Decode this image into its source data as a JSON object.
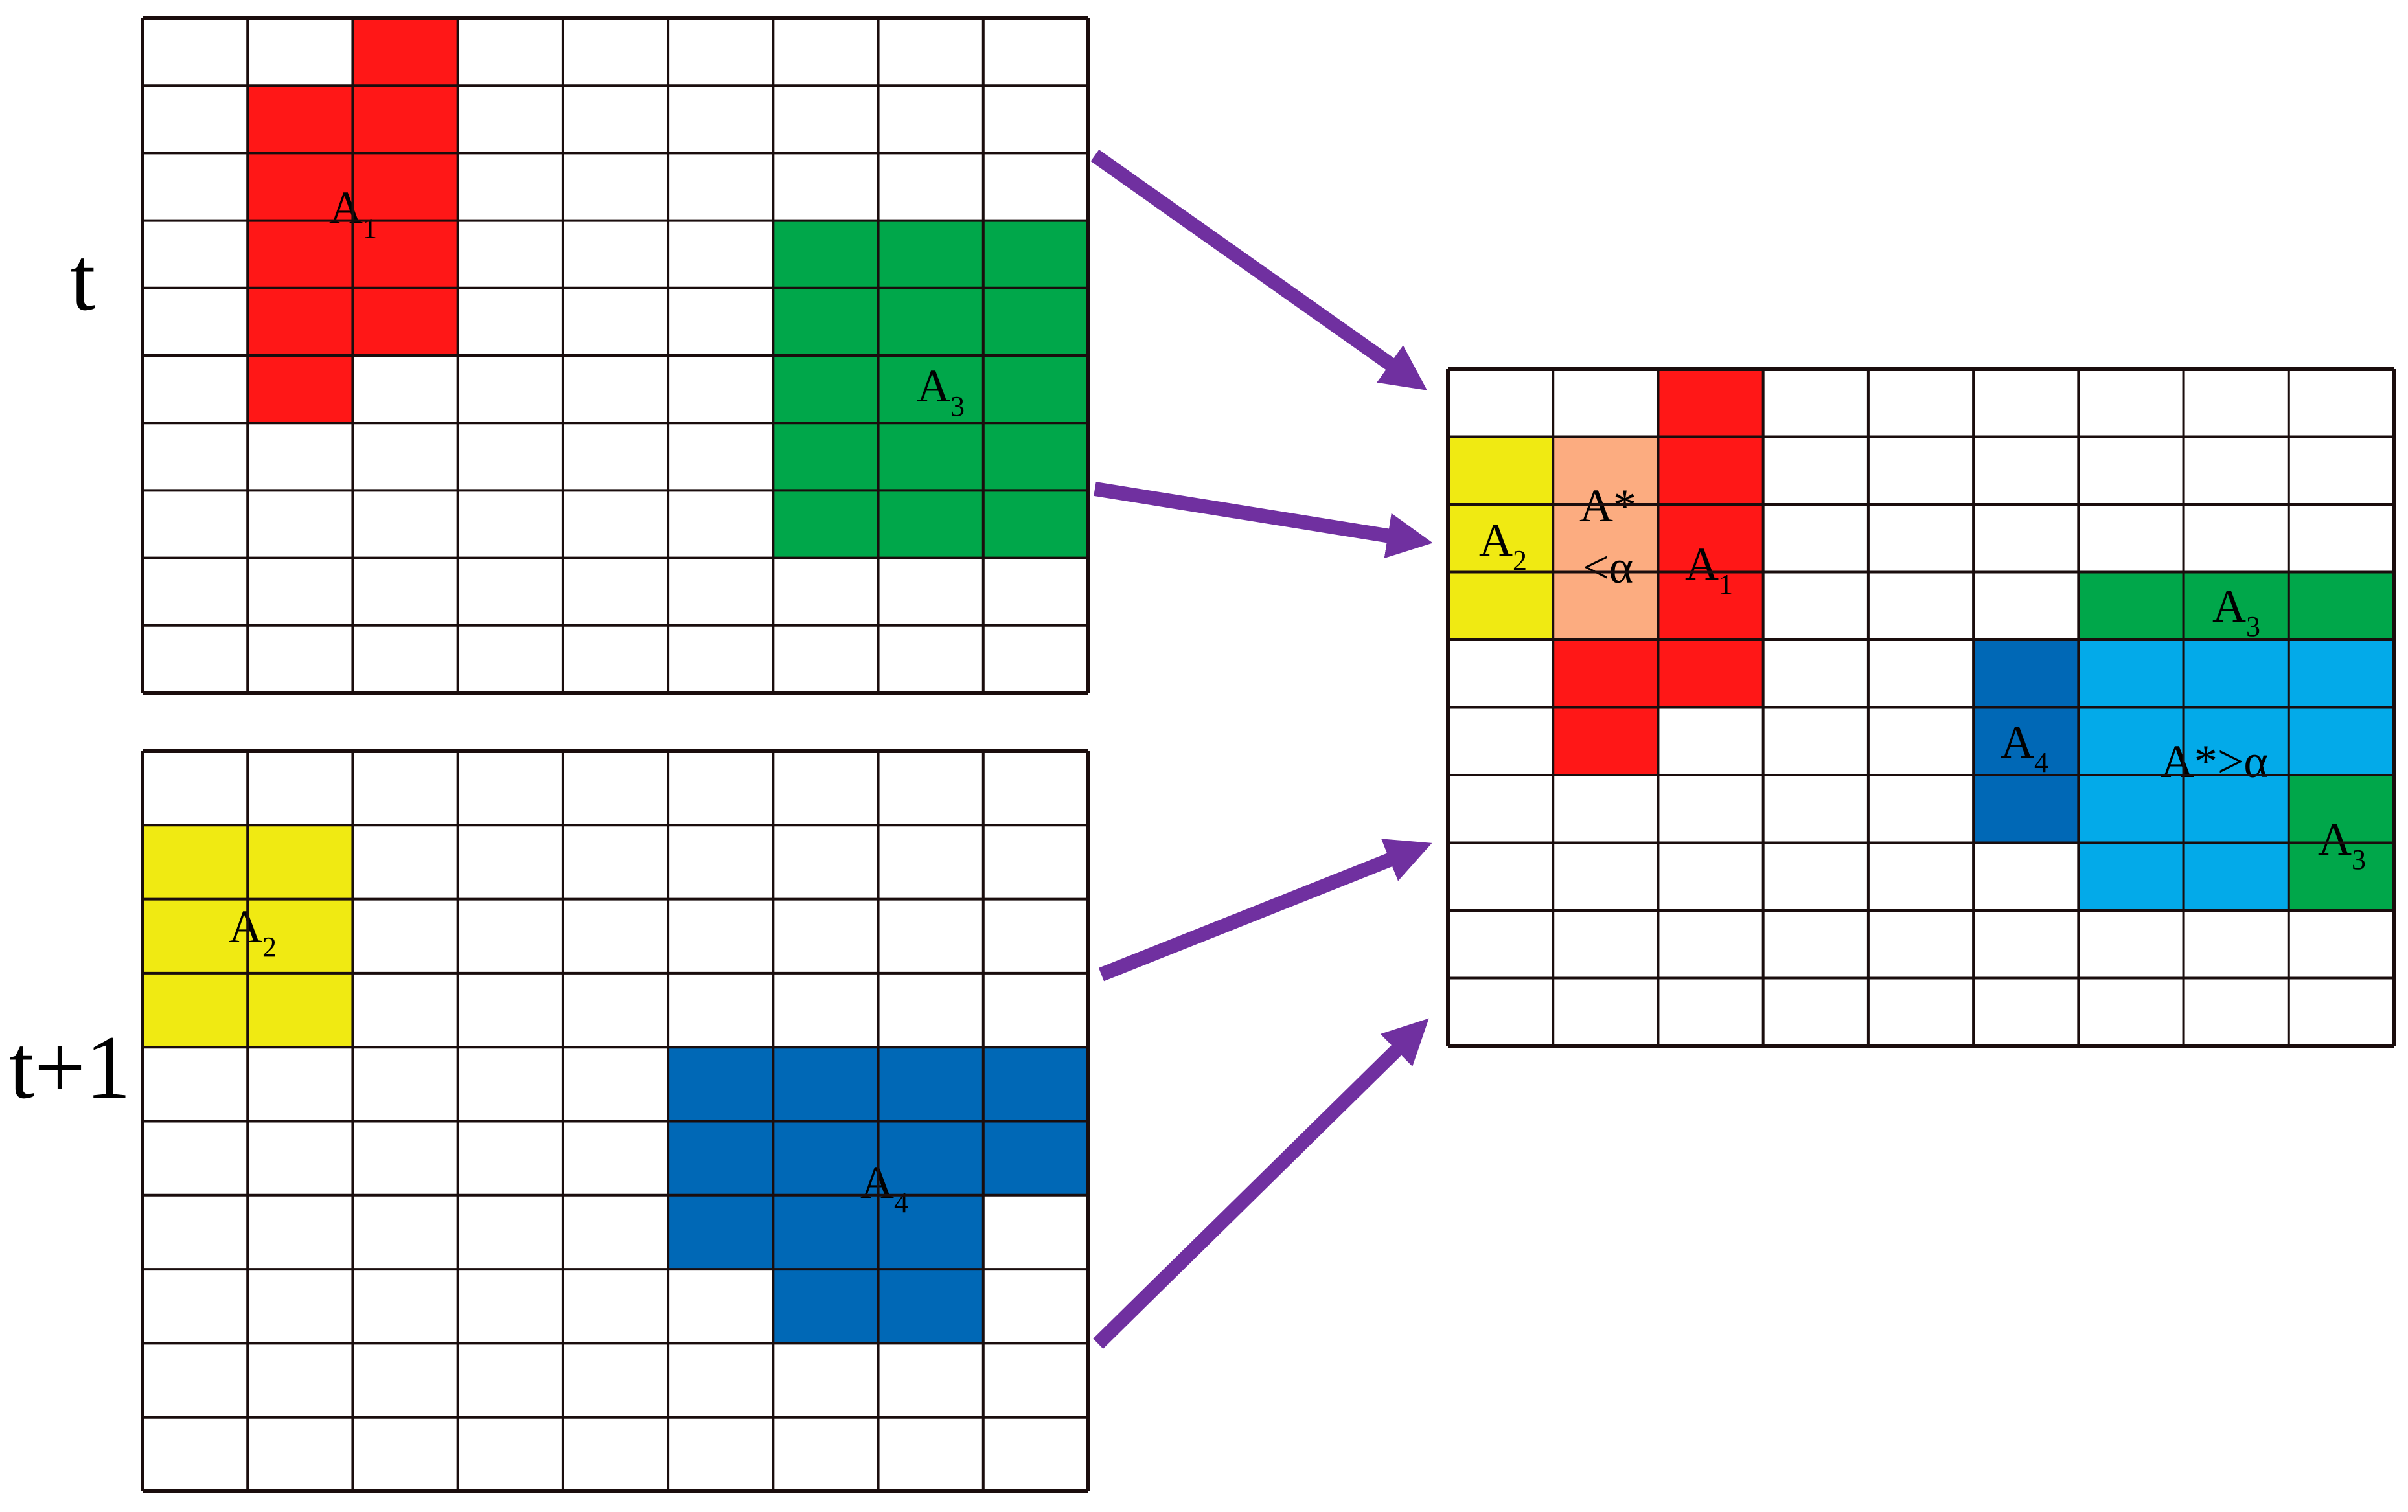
{
  "colors": {
    "red": "#ff1717",
    "green": "#00a74a",
    "yellow": "#f0ea12",
    "dark_blue": "#0068b6",
    "light_blue": "#03aae9",
    "salmon": "#fcac80",
    "arrow": "#7030a0",
    "grid_line": "#1a0d0d"
  },
  "time_labels": {
    "t": "t",
    "t_plus_1": "t+1"
  },
  "grid_t": {
    "rows": 10,
    "cols": 9,
    "regions": {
      "a1": {
        "label": "A",
        "sub": "1",
        "color": "red"
      },
      "a3": {
        "label": "A",
        "sub": "3",
        "color": "green"
      }
    }
  },
  "grid_t1": {
    "rows": 10,
    "cols": 9,
    "regions": {
      "a2": {
        "label": "A",
        "sub": "2",
        "color": "yellow"
      },
      "a4": {
        "label": "A",
        "sub": "4",
        "color": "dark_blue"
      }
    }
  },
  "grid_result": {
    "rows": 10,
    "cols": 9,
    "regions": {
      "a2": {
        "label": "A",
        "sub": "2",
        "color": "yellow"
      },
      "overlap_small": {
        "line1": "A*",
        "line2": "<α",
        "color": "salmon"
      },
      "a1": {
        "label": "A",
        "sub": "1",
        "color": "red"
      },
      "a3_top": {
        "label": "A",
        "sub": "3",
        "color": "green"
      },
      "a4": {
        "label": "A",
        "sub": "4",
        "color": "dark_blue"
      },
      "overlap_large": {
        "text": "A*>α",
        "color": "light_blue"
      },
      "a3_bottom": {
        "label": "A",
        "sub": "3",
        "color": "green"
      }
    }
  }
}
